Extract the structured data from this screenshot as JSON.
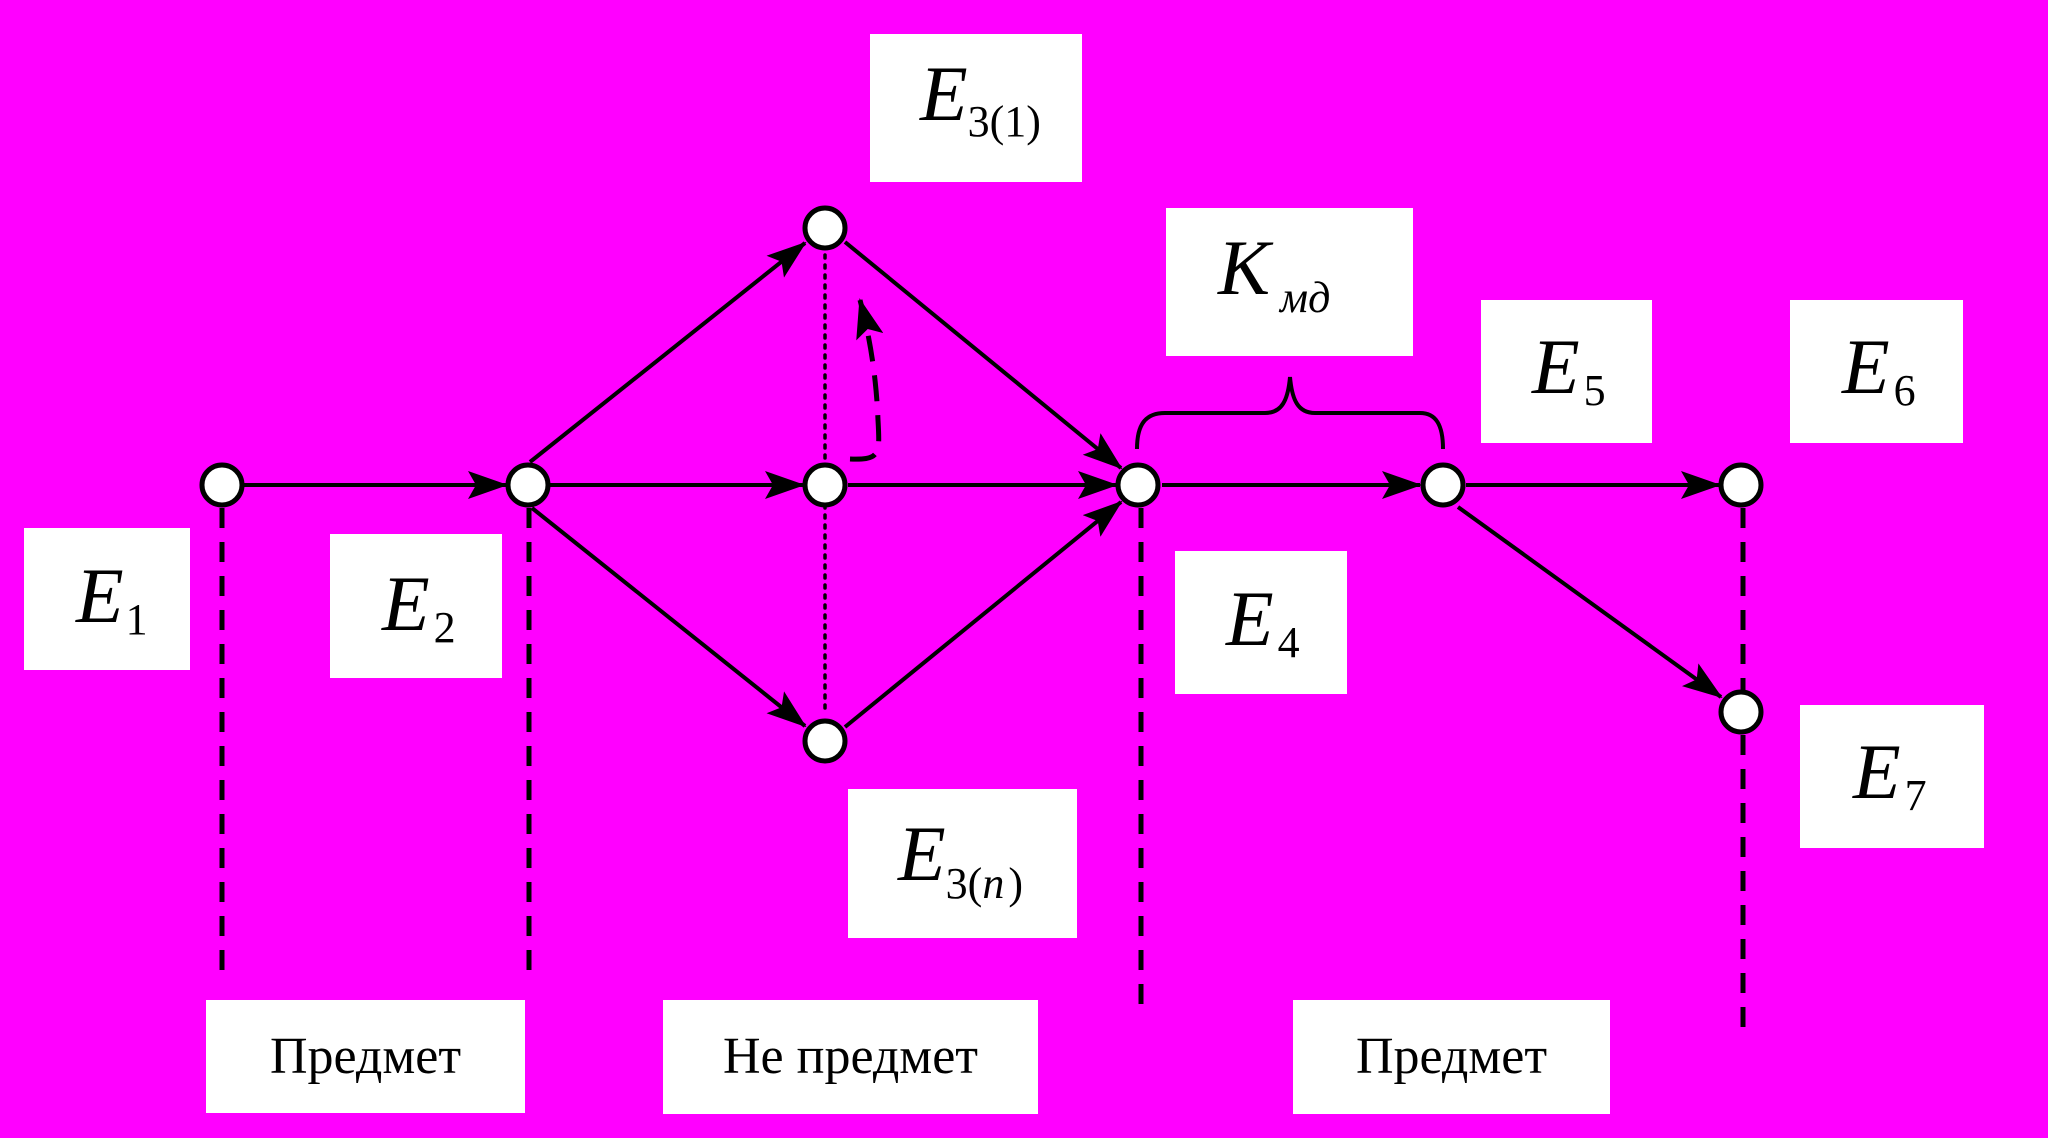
{
  "background_color": "#ff00ff",
  "labels": {
    "e1": {
      "main": "E",
      "sub": "1"
    },
    "e2": {
      "main": "E",
      "sub": "2"
    },
    "e3_1": {
      "main": "E",
      "sub": "3(1)"
    },
    "e3_n": {
      "main": "E",
      "sub_prefix": "3(",
      "sub_var": "n",
      "sub_suffix": ")"
    },
    "e4": {
      "main": "E",
      "sub": "4"
    },
    "e5": {
      "main": "E",
      "sub": "5"
    },
    "e6": {
      "main": "E",
      "sub": "6"
    },
    "e7": {
      "main": "E",
      "sub": "7"
    },
    "k_md": {
      "main": "K",
      "sub": "мд"
    }
  },
  "segments": [
    {
      "label": "Предмет"
    },
    {
      "label": "Не предмет"
    },
    {
      "label": "Предмет"
    }
  ]
}
